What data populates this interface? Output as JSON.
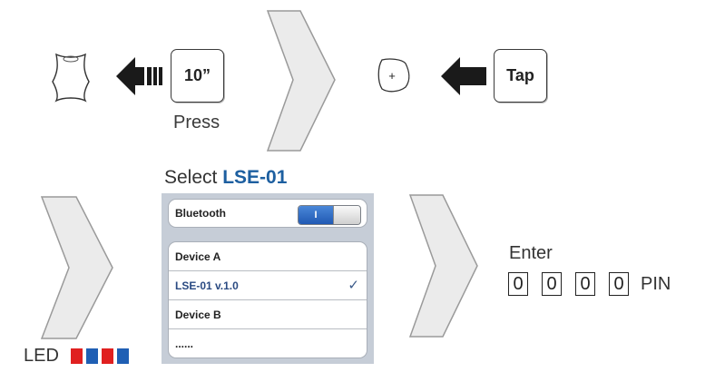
{
  "step1": {
    "key_label": "10”",
    "caption": "Press"
  },
  "step2": {
    "button_symbol": "+",
    "key_label": "Tap"
  },
  "select": {
    "prefix": "Select ",
    "model": "LSE-01"
  },
  "phone_settings": {
    "bluetooth_label": "Bluetooth",
    "toggle_state_label": "I",
    "devices": [
      {
        "label": "Device A",
        "selected": false
      },
      {
        "label": "LSE-01 v.1.0",
        "selected": true
      },
      {
        "label": "Device B",
        "selected": false
      },
      {
        "label": "......",
        "selected": false
      }
    ],
    "check_mark": "✓"
  },
  "enter_pin": {
    "label": "Enter",
    "digits": [
      "0",
      "0",
      "0",
      "0"
    ],
    "suffix": "PIN"
  },
  "led": {
    "label": "LED",
    "colors": [
      "#e02020",
      "#1f5fb4",
      "#e02020",
      "#1f5fb4"
    ]
  },
  "colors": {
    "arrow_fill": "#ebebeb",
    "arrow_stroke": "#9a9a9a",
    "accent_blue": "#1d5fa0"
  }
}
